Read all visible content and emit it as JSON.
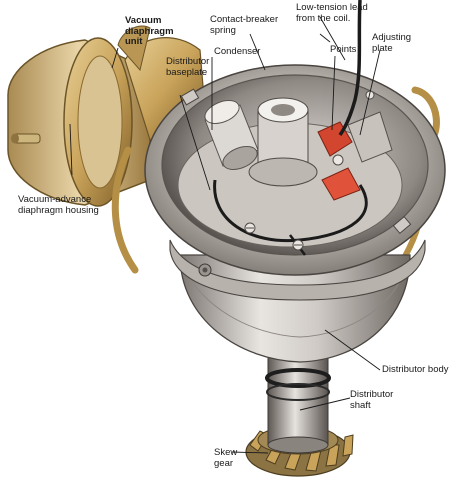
{
  "diagram": {
    "labels": {
      "vacuum_diaphragm_unit": "Vacuum\ndiaphragm\nunit",
      "distributor_baseplate": "Distributor\nbaseplate",
      "contact_breaker_spring": "Contact-breaker\nspring",
      "condenser": "Condenser",
      "low_tension_lead": "Low-tension lead\nfrom the coil.",
      "points": "Points",
      "adjusting_plate": "Adjusting\nplate",
      "vacuum_advance_housing": "Vacuum-advance\ndiaphragm housing",
      "distributor_body": "Distributor body",
      "distributor_shaft": "Distributor\nshaft",
      "skew_gear": "Skew\ngear"
    },
    "colors": {
      "metal_light": "#e9e6e2",
      "metal_mid": "#b9b4ae",
      "metal_dark": "#6e6863",
      "brass": "#c9a35a",
      "brass_dark": "#8a6a30",
      "points_red": "#d2452e",
      "wire_black": "#1b1b1b"
    }
  }
}
